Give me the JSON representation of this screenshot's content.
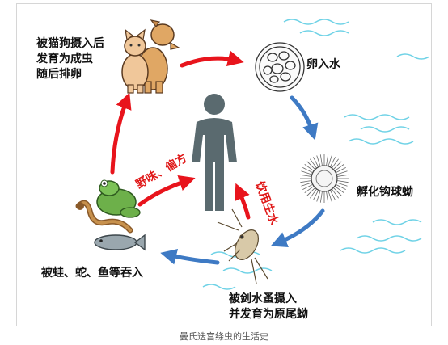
{
  "labels": {
    "host_cat_dog": [
      "被猫狗摄入后",
      "发育为成虫",
      "随后排卵"
    ],
    "egg_water": "卵入水",
    "coracidium": "孵化钩球蚴",
    "copepod": [
      "被剑水蚤摄入",
      "并发育为原尾蚴"
    ],
    "swallowed": "被蛙、蛇、鱼等吞入",
    "route_wild_food": "野味、偏方",
    "route_drinking_water": "饮用生水"
  },
  "caption": "曼氏迭宫绦虫的生活史",
  "colors": {
    "red_arrow": "#e8141c",
    "blue_arrow": "#3e7ac4",
    "water_lines": "#6fd2e6",
    "human": "#5a6a6f",
    "red_text": "#e01818"
  }
}
